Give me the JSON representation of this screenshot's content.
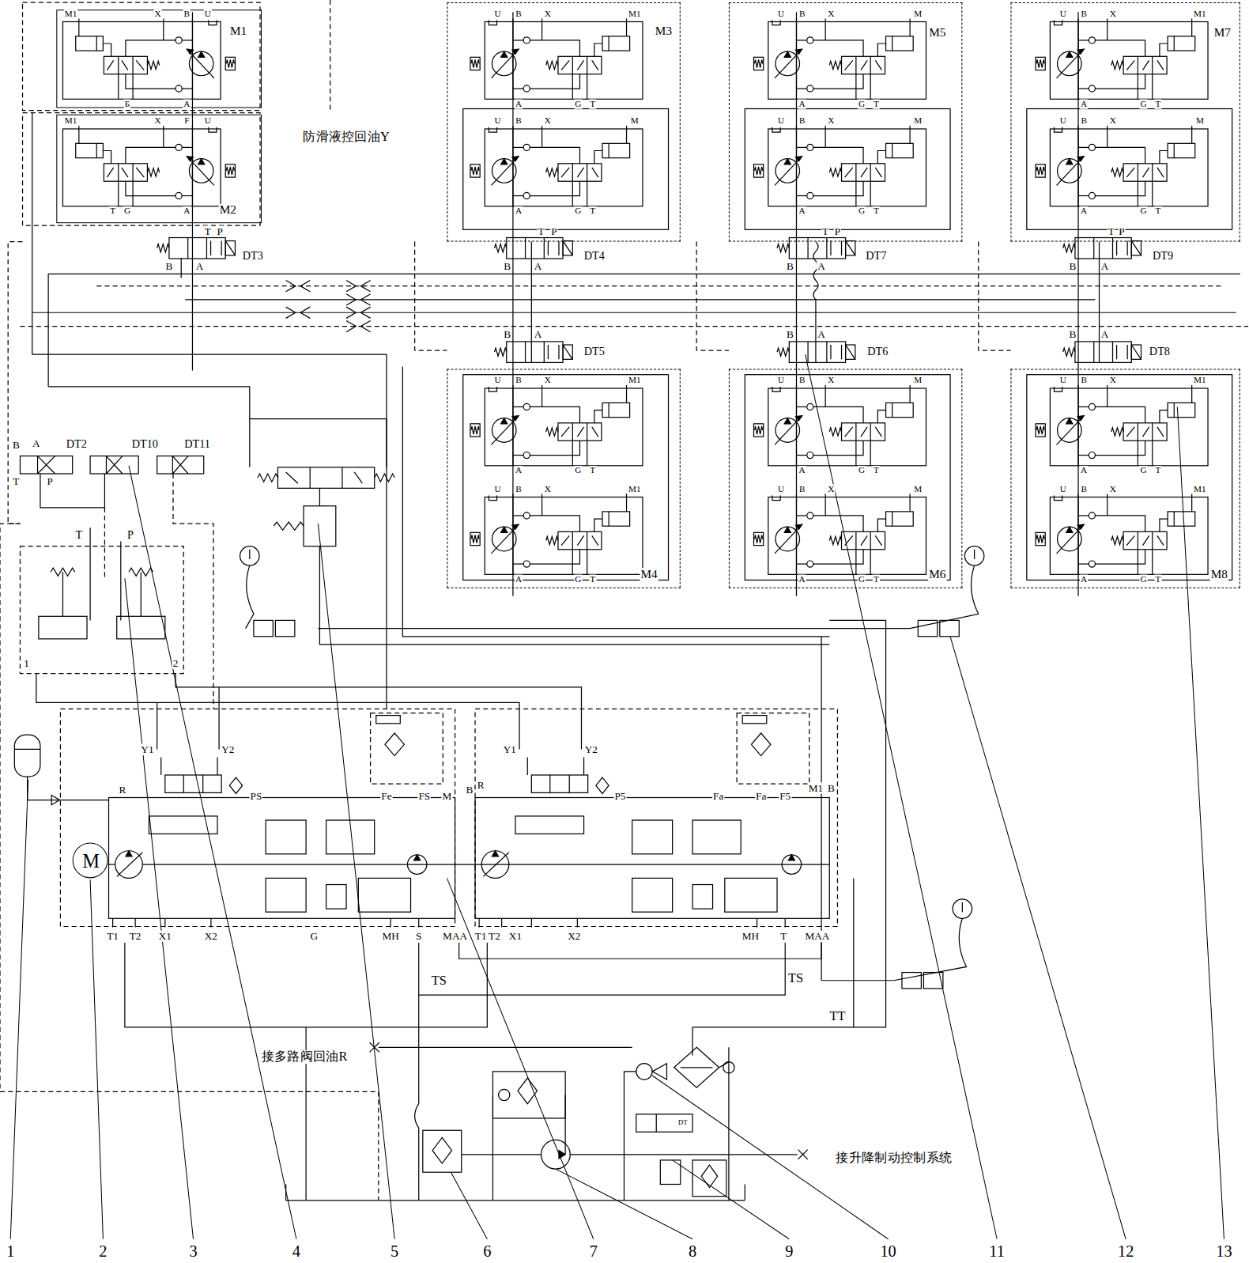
{
  "diagram": {
    "nodes": [
      {
        "text": [
          "M1"
        ]
      },
      {
        "text": [
          "M2"
        ]
      },
      {
        "text": [
          "M3"
        ]
      },
      {
        "text": [
          "M4"
        ]
      },
      {
        "text": [
          "M5"
        ]
      },
      {
        "text": [
          "M6"
        ]
      },
      {
        "text": [
          "M7"
        ]
      },
      {
        "text": [
          "M8"
        ]
      },
      {
        "text": [
          "M"
        ]
      }
    ],
    "labels": [
      "防滑液控回油Y",
      "DT3",
      "T",
      "P",
      "B",
      "A",
      "DT4",
      "T",
      "P",
      "B",
      "A",
      "DT7",
      "T",
      "P",
      "B",
      "A",
      "DT9",
      "T",
      "P",
      "B",
      "A",
      "B",
      "A",
      "DT5",
      "B",
      "A",
      "DT6",
      "B",
      "A",
      "DT8",
      "B",
      "A",
      "DT2",
      "DT10",
      "DT11",
      "T",
      "P",
      "T",
      "P",
      "1",
      "2",
      "Y1",
      "Y2",
      "R",
      "PS",
      "Fe",
      "FS",
      "M",
      "B",
      "R",
      "T1",
      "T2",
      "X1",
      "X2",
      "G",
      "MH",
      "S",
      "MAA",
      "Y1",
      "Y2",
      "P5",
      "Fa",
      "Fa",
      "F5",
      "M1",
      "B",
      "T1",
      "T2",
      "X1",
      "X2",
      "MH",
      "T",
      "MAA",
      "TS",
      "TS",
      "TT",
      "接多路阀回油R",
      "接升降制动控制系统",
      "DT",
      "1",
      "2",
      "3",
      "4",
      "5",
      "6",
      "7",
      "8",
      "9",
      "10",
      "11",
      "12",
      "13",
      "M1",
      "X",
      "B",
      "U",
      "Б",
      "A",
      "M1",
      "X",
      "F",
      "U",
      "T",
      "G",
      "A",
      "U",
      "B",
      "X",
      "M1",
      "A",
      "G",
      "T",
      "U",
      "B",
      "X",
      "M",
      "A",
      "G",
      "T",
      "U",
      "B",
      "X",
      "M1",
      "A",
      "G",
      "T",
      "U",
      "B",
      "X",
      "M1",
      "A",
      "G",
      "T",
      "U",
      "B",
      "X",
      "M",
      "A",
      "G",
      "T",
      "U",
      "B",
      "X",
      "M",
      "A",
      "G",
      "T",
      "U",
      "B",
      "X",
      "M",
      "A",
      "G",
      "T",
      "U",
      "B",
      "X",
      "M",
      "A",
      "G",
      "T",
      "U",
      "B",
      "X",
      "M1",
      "A",
      "G",
      "T",
      "U",
      "B",
      "X",
      "M",
      "A",
      "G",
      "T",
      "U",
      "B",
      "X",
      "M1",
      "A",
      "G",
      "T",
      "U",
      "B",
      "X",
      "M1",
      "A",
      "G",
      "T"
    ]
  }
}
